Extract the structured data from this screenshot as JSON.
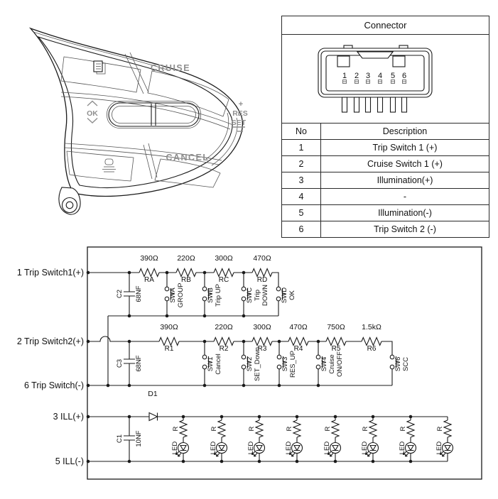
{
  "connector_panel": {
    "title": "Connector",
    "pin_numbers": [
      "1",
      "2",
      "3",
      "4",
      "5",
      "6"
    ],
    "table": {
      "col_no": "No",
      "col_desc": "Description",
      "rows": [
        {
          "no": "1",
          "desc": "Trip Switch 1 (+)"
        },
        {
          "no": "2",
          "desc": "Cruise Switch 1 (+)"
        },
        {
          "no": "3",
          "desc": "Illumination(+)"
        },
        {
          "no": "4",
          "desc": "-"
        },
        {
          "no": "5",
          "desc": "Illumination(-)"
        },
        {
          "no": "6",
          "desc": "Trip Switch 2 (-)"
        }
      ]
    }
  },
  "steering_switch": {
    "cruise": "CRUISE",
    "cancel": "CANCEL",
    "ok": "OK",
    "plus": "+",
    "res": "RES",
    "set": "SET"
  },
  "circuit": {
    "net_labels": {
      "n1": "1 Trip Switch1(+)",
      "n2": "2 Trip Switch2(+)",
      "n6": "6 Trip Switch(-)",
      "n3": "3 ILL(+)",
      "n5": "5 ILL(-)"
    },
    "capacitors": {
      "c2": {
        "name": "C2",
        "value": "68NF"
      },
      "c3": {
        "name": "C3",
        "value": "68NF"
      },
      "c1": {
        "name": "C1",
        "value": "10NF"
      }
    },
    "diode_label": "D1",
    "row1_resistors": [
      {
        "n": "RA",
        "v": "390Ω"
      },
      {
        "n": "RB",
        "v": "220Ω"
      },
      {
        "n": "RC",
        "v": "300Ω"
      },
      {
        "n": "RD",
        "v": "470Ω"
      }
    ],
    "row1_switches": [
      {
        "n": "SWA",
        "f1": "GROUP"
      },
      {
        "n": "SWB",
        "f1": "Trip UP"
      },
      {
        "n": "SWC",
        "f1": "Trip",
        "f2": "DOWN"
      },
      {
        "n": "SWD",
        "f1": "OK"
      }
    ],
    "row2_resistors": [
      {
        "n": "R1",
        "v": "390Ω"
      },
      {
        "n": "R2",
        "v": "220Ω"
      },
      {
        "n": "R3",
        "v": "300Ω"
      },
      {
        "n": "R4",
        "v": "470Ω"
      },
      {
        "n": "R5",
        "v": "750Ω"
      },
      {
        "n": "R6",
        "v": "1.5kΩ"
      }
    ],
    "row2_switches": [
      {
        "n": "SW1",
        "f1": "Cancel"
      },
      {
        "n": "SW2",
        "f1": "SET_Down"
      },
      {
        "n": "SW3",
        "f1": "RES_UP"
      },
      {
        "n": "SW4",
        "f1": "Cruise",
        "f2": "ON/OFF"
      },
      {
        "n": "SW6",
        "f1": "SCC"
      }
    ],
    "led_branch": {
      "resistor": "R",
      "led": "LED",
      "count": 8
    }
  },
  "colors": {
    "line": "#1a1a1a",
    "label_gray": "#8f8f8f"
  }
}
